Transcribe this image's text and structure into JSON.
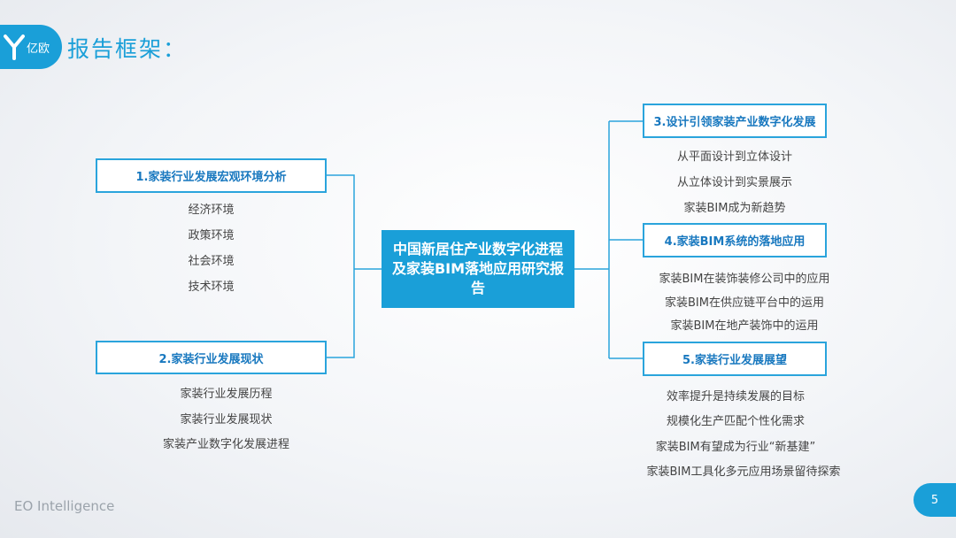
{
  "logo": {
    "text": "亿欧"
  },
  "title": "报告框架：",
  "center": "中国新居住产业数字化进程及家装BIM落地应用研究报告",
  "sections": [
    {
      "title": "1.家装行业发展宏观环境分析",
      "items": [
        "经济环境",
        "政策环境",
        "社会环境",
        "技术环境"
      ]
    },
    {
      "title": "2.家装行业发展现状",
      "items": [
        "家装行业发展历程",
        "家装行业发展现状",
        "家装产业数字化发展进程"
      ]
    },
    {
      "title": "3.设计引领家装产业数字化发展",
      "items": [
        "从平面设计到立体设计",
        "从立体设计到实景展示",
        "家装BIM成为新趋势"
      ]
    },
    {
      "title": "4.家装BIM系统的落地应用",
      "items": [
        "家装BIM在装饰装修公司中的应用",
        "家装BIM在供应链平台中的运用",
        "家装BIM在地产装饰中的运用"
      ]
    },
    {
      "title": "5.家装行业发展展望",
      "items": [
        "效率提升是持续发展的目标",
        "规模化生产匹配个性化需求",
        "家装BIM有望成为行业“新基建”",
        "家装BIM工具化多元应用场景留待探索"
      ]
    }
  ],
  "footer": {
    "brand": "EO Intelligence",
    "page": "5"
  },
  "colors": {
    "accent": "#1a9fd8",
    "box_text": "#1878bf"
  }
}
